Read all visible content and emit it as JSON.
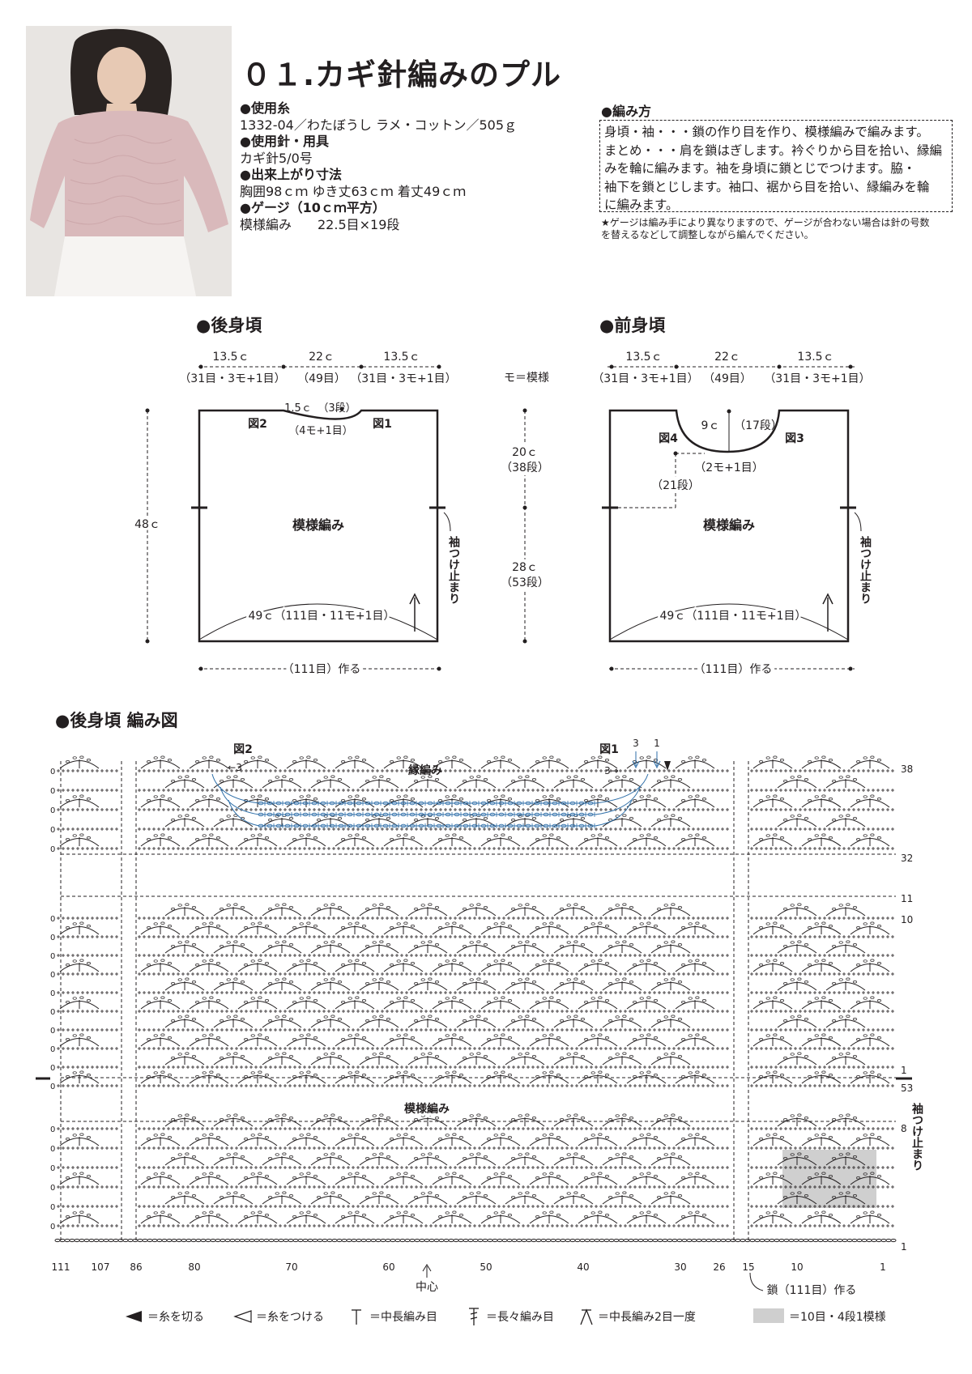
{
  "header": {
    "title": "０１.カギ針編みのプル"
  },
  "specs": {
    "yarn_heading": "●使用糸",
    "yarn_value": "1332-04／わたぼうし ラメ・コットン／505ｇ",
    "tools_heading": "●使用針・用具",
    "tools_value": "カギ針5/0号",
    "size_heading": "●出来上がり寸法",
    "size_value": "胸囲98ｃｍ ゆき丈63ｃｍ 着丈49ｃｍ",
    "gauge_heading": "●ゲージ（10ｃｍ平方）",
    "gauge_value": "模様編み　　22.5目×19段"
  },
  "method": {
    "heading": "●編み方",
    "lines": [
      "身頃・袖・・・鎖の作り目を作り、模様編みで編みます。",
      "まとめ・・・肩を鎖はぎします。衿ぐりから目を拾い、縁編",
      "みを輪に編みます。袖を身頃に鎖とじでつけます。脇・",
      "袖下を鎖とじします。袖口、裾から目を拾い、縁編みを輪",
      "に編みます。"
    ],
    "note_lines": [
      "★ゲージは編み手により異なりますので、ゲージが合わない場合は針の号数",
      "を替えるなどして調整しながら編んでください。"
    ]
  },
  "back": {
    "heading": "●後身頃",
    "top_dims": [
      "13.5ｃ",
      "22ｃ",
      "13.5ｃ"
    ],
    "top_counts": [
      "（31目・3モ+1目）",
      "（49目）",
      "（31目・3モ+1目）"
    ],
    "neck_depth": "1.5ｃ",
    "neck_rows": "（3段）",
    "neck_count": "（4モ+1目）",
    "fig_left": "図2",
    "fig_right": "図1",
    "height": "48ｃ",
    "pattern": "模様編み",
    "sleeve_stop": "袖つけ止まり",
    "bottom_width": "49ｃ（111目・11モ+1目）",
    "cast_on": "（111目）作る"
  },
  "middle": {
    "legend": "モ＝模様",
    "upper": "20ｃ",
    "upper_rows": "（38段）",
    "lower": "28ｃ",
    "lower_rows": "（53段）"
  },
  "front": {
    "heading": "●前身頃",
    "top_dims": [
      "13.5ｃ",
      "22ｃ",
      "13.5ｃ"
    ],
    "top_counts": [
      "（31目・3モ+1目）",
      "（49目）",
      "（31目・3モ+1目）"
    ],
    "neck_depth": "9ｃ",
    "neck_rows": "（17段）",
    "neck_count": "（2モ+1目）",
    "side_rows": "（21段）",
    "fig_left": "図4",
    "fig_right": "図3",
    "pattern": "模様編み",
    "sleeve_stop": "袖つけ止まり",
    "bottom_width": "49ｃ（111目・11モ+1目）",
    "cast_on": "（111目）作る"
  },
  "chart": {
    "heading": "●後身頃 編み図",
    "fig2": "図2",
    "fig1": "図1",
    "edge": "縁編み",
    "pattern": "模様編み",
    "center": "中心",
    "cast_on": "鎖（111目）作る",
    "sleeve_stop": "袖つけ止まり",
    "arrow_left": "←3",
    "arrow_right": "3→",
    "top_marks": [
      "3",
      "1"
    ],
    "stitch_numbers": [
      "111",
      "107",
      "86",
      "80",
      "70",
      "60",
      "50",
      "40",
      "30",
      "26",
      "15",
      "10",
      "1"
    ],
    "row_numbers": [
      "38",
      "32",
      "11",
      "10",
      "1",
      "53",
      "8",
      "1"
    ],
    "blue": "#2d6ea8",
    "shade": "#cfcfcf"
  },
  "legend": {
    "cut": "＝糸を切る",
    "join": "＝糸をつける",
    "hdc": "＝中長編み目",
    "dtr": "＝長々編み目",
    "hdc2tog": "＝中長編み2目一度",
    "repeat": "＝10目・4段1模様"
  }
}
